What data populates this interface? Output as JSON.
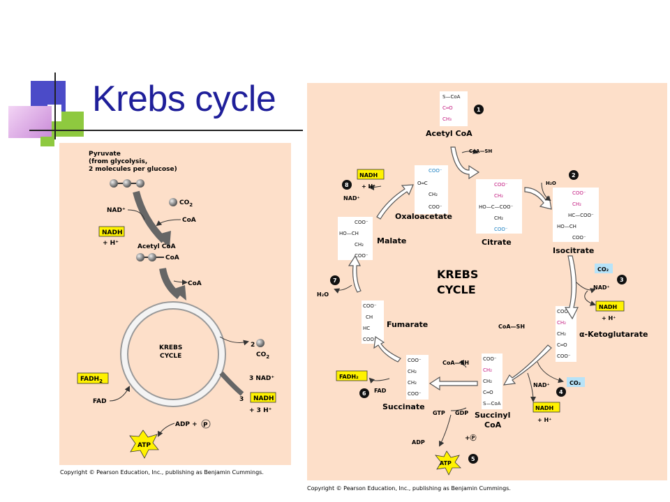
{
  "slide": {
    "title": "Krebs cycle",
    "accent_colors": [
      "#4b4bc8",
      "#8ec93f",
      "#c98ad8",
      "#1f1f9a"
    ]
  },
  "left_diagram": {
    "pyruvate": [
      "Pyruvate",
      "(from glycolysis,",
      "2 molecules per glucose)"
    ],
    "nad_plus": "NAD⁺",
    "co2": "CO",
    "co2_sub": "2",
    "coa": "CoA",
    "nadh": "NADH",
    "h_plus": "+ H⁺",
    "acetyl_coa": "Acetyl CoA",
    "acetyl_coa_tail": "CoA",
    "coa_release": "CoA",
    "cycle_label": [
      "KREBS",
      "CYCLE"
    ],
    "co2_out_count": "2",
    "co2_out": "CO",
    "co2_out_sub": "2",
    "nad3": "3 NAD⁺",
    "nadh3_count": "3",
    "nadh3": "NADH",
    "h3": "+ 3 H⁺",
    "fadh2": "FADH",
    "fadh2_sub": "2",
    "fad": "FAD",
    "adp_pi": "ADP +",
    "pi": "P",
    "atp": "ATP",
    "copyright": "Copyright © Pearson Education, Inc., publishing as Benjamin Cummings."
  },
  "right_diagram": {
    "cycle_label": [
      "KREBS",
      "CYCLE"
    ],
    "steps": [
      "1",
      "2",
      "3",
      "4",
      "5",
      "6",
      "7",
      "8"
    ],
    "acetyl_coa": "Acetyl CoA",
    "coa_sh_1": "CoA—SH",
    "citrate": "Citrate",
    "h2o_2": "H₂O",
    "isocitrate": "Isocitrate",
    "co2_3": "CO₂",
    "nad_3": "NAD⁺",
    "nadh_3": "NADH",
    "h_3": "+ H⁺",
    "ketoglutarate": "α-Ketoglutarate",
    "coa_sh_4": "CoA—SH",
    "co2_4": "CO₂",
    "nad_4": "NAD⁺",
    "nadh_4": "NADH",
    "h_4": "+ H⁺",
    "succinyl_coa": [
      "Succinyl",
      "CoA"
    ],
    "coa_sh_5": "CoA—SH",
    "gtp": "GTP",
    "gdp": "GDP",
    "pi_5": "+Ⓟ",
    "adp_5": "ADP",
    "atp_5": "ATP",
    "succinate": "Succinate",
    "fad_6": "FAD",
    "fadh2_6": "FADH₂",
    "fumarate": "Fumarate",
    "h2o_7": "H₂O",
    "malate": "Malate",
    "oxaloacetate": "Oxaloacetate",
    "nad_8": "NAD⁺",
    "nadh_8": "NADH",
    "h_8": "+ H⁺",
    "struct_acetyl": [
      "S—CoA",
      "C═O",
      "CH₃"
    ],
    "struct_oxalo": [
      "COO⁻",
      "O═C",
      "CH₂",
      "COO⁻"
    ],
    "struct_citrate": [
      "COO⁻",
      "CH₂",
      "HO—C—COO⁻",
      "CH₂",
      "COO⁻"
    ],
    "struct_isocitrate": [
      "COO⁻",
      "CH₂",
      "HC—COO⁻",
      "HO—CH",
      "COO⁻"
    ],
    "struct_keto": [
      "COO⁻",
      "CH₂",
      "CH₂",
      "C═O",
      "COO⁻"
    ],
    "struct_succinyl": [
      "COO⁻",
      "CH₂",
      "CH₂",
      "C═O",
      "S—CoA"
    ],
    "struct_succinate": [
      "COO⁻",
      "CH₂",
      "CH₂",
      "COO⁻"
    ],
    "struct_fumarate": [
      "COO⁻",
      "CH",
      "HC",
      "COO⁻"
    ],
    "struct_malate": [
      "COO⁻",
      "HO—CH",
      "CH₂",
      "COO⁻"
    ],
    "copyright": "Copyright © Pearson Education, Inc., publishing as Benjamin Cummings."
  }
}
